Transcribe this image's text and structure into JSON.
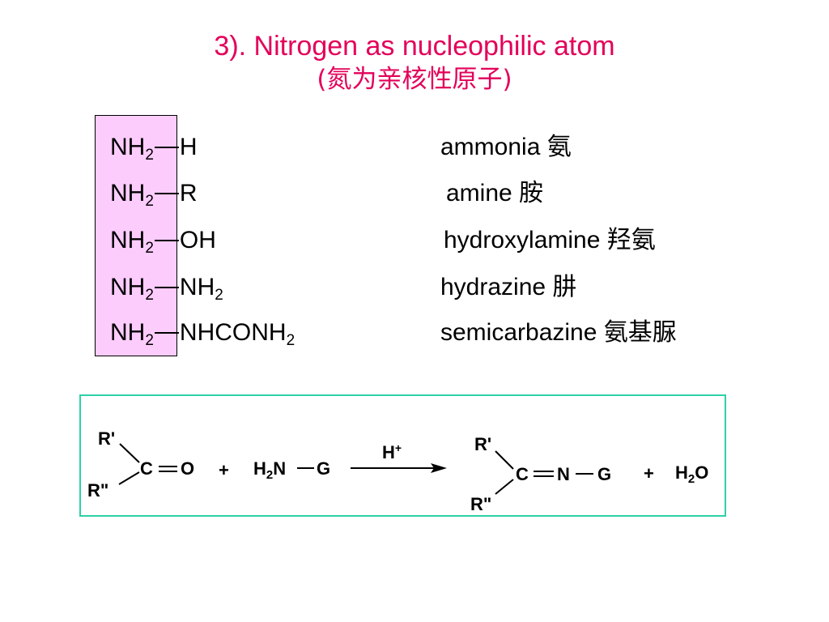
{
  "title": {
    "line1": "3). Nitrogen as nucleophilic atom",
    "line2": "(氮为亲核性原子)"
  },
  "rows": [
    {
      "left": "NH",
      "left_sub": "2",
      "right": "H",
      "right_sub": "",
      "name": "ammonia 氨"
    },
    {
      "left": "NH",
      "left_sub": "2",
      "right": "R",
      "right_sub": "",
      "name": "amine 胺"
    },
    {
      "left": "NH",
      "left_sub": "2",
      "right": "OH",
      "right_sub": "",
      "name": "hydroxylamine 羟氨"
    },
    {
      "left": "NH",
      "left_sub": "2",
      "right": "NH",
      "right_sub": "2",
      "name": "hydrazine 肼"
    },
    {
      "left": "NH",
      "left_sub": "2",
      "right": "NHCONH",
      "right_sub": "2",
      "name": "semicarbazine 氨基脲"
    }
  ],
  "reaction": {
    "reactant_r1": "R'",
    "reactant_r2": "R\"",
    "reactant_c": "C",
    "reactant_o": "O",
    "plus1": "+",
    "reagent_h": "H",
    "reagent_sub": "2",
    "reagent_n": "N",
    "reagent_g": "G",
    "catalyst": "H",
    "catalyst_sup": "+",
    "product_r1": "R'",
    "product_r2": "R\"",
    "product_c": "C",
    "product_n": "N",
    "product_g": "G",
    "plus2": "+",
    "water_h": "H",
    "water_sub": "2",
    "water_o": "O"
  },
  "colors": {
    "title": "#e3005a",
    "highlight_box": "#fcccfc",
    "reaction_border": "#2ed0a8"
  }
}
